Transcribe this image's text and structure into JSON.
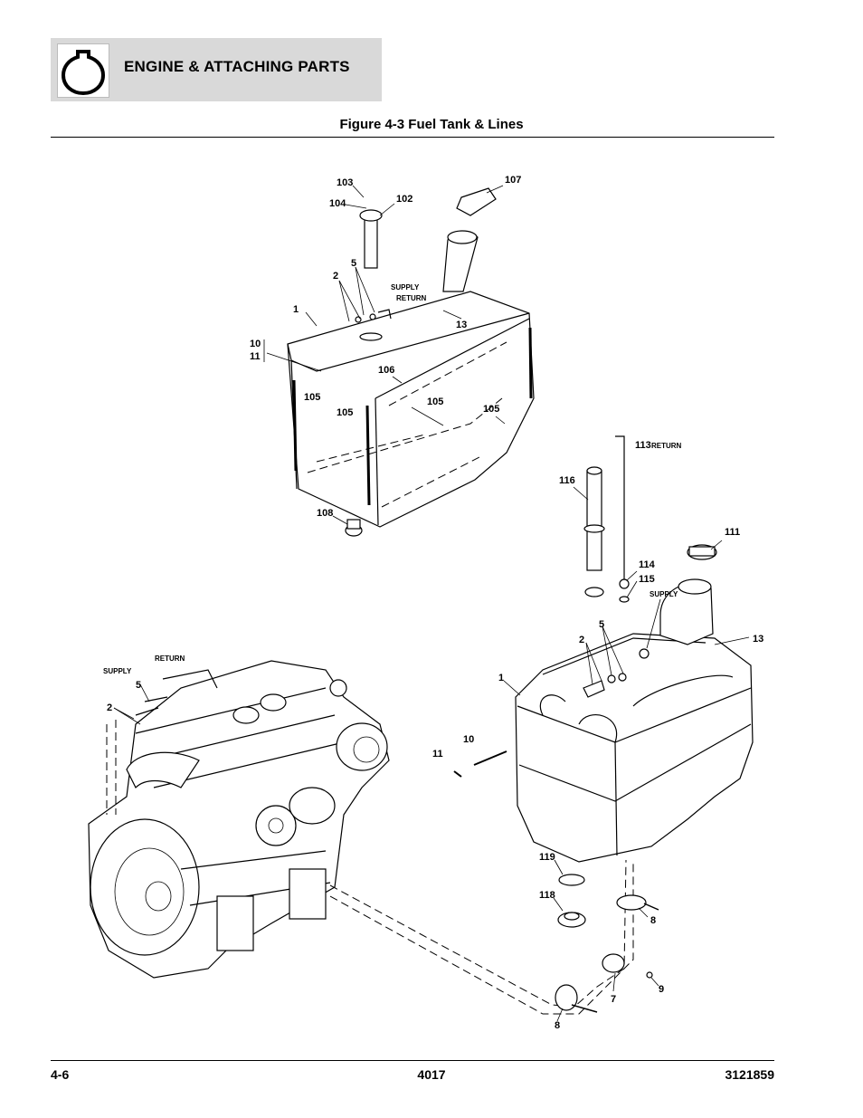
{
  "header": {
    "section_title": "ENGINE & ATTACHING PARTS",
    "figure_title": "Figure 4-3 Fuel Tank & Lines"
  },
  "callouts": {
    "c103": "103",
    "c104": "104",
    "c102": "102",
    "c107": "107",
    "c5a": "5",
    "c2a": "2",
    "supply_a": "SUPPLY",
    "return_a": "RETURN",
    "c1a": "1",
    "c13a": "13",
    "c10_11": "10",
    "c11a": "11",
    "c105a": "105",
    "c106": "106",
    "c105b": "105",
    "c105c": "105",
    "c105d": "105",
    "c108": "108",
    "c113": "113",
    "return_b": "RETURN",
    "c116": "116",
    "c111": "111",
    "c114": "114",
    "c115": "115",
    "supply_b": "SUPPLY",
    "c5b": "5",
    "c2b": "2",
    "c13b": "13",
    "c1b": "1",
    "c10b": "10",
    "c11b": "11",
    "supply_c": "SUPPLY",
    "return_c": "RETURN",
    "c5c": "5",
    "c2c": "2",
    "c119": "119",
    "c118": "118",
    "c8a": "8",
    "c9": "9",
    "c7": "7",
    "c8b": "8"
  },
  "footer": {
    "page": "4-6",
    "model": "4017",
    "doc_number": "3121859"
  }
}
